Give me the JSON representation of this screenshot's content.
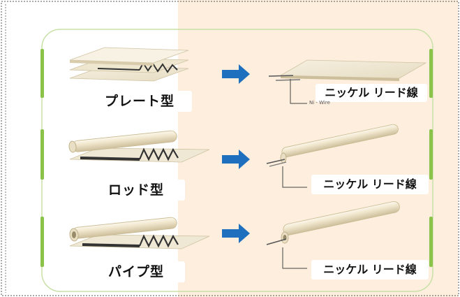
{
  "colors": {
    "arrow": "#1f6fbf",
    "right_panel_bg": "#fdeedd",
    "frame_green": "#9fcf6a",
    "bracket_green": "#8bc34a",
    "substrate": "#efe7d2",
    "pattern": "#333333"
  },
  "rows": [
    {
      "type_label": "プレート型",
      "lead_label": "ニッケル リード線",
      "wire_note": "Ni - Wire"
    },
    {
      "type_label": "ロッド型",
      "lead_label": "ニッケル リード線"
    },
    {
      "type_label": "パイプ型",
      "lead_label": "ニッケル リード線"
    }
  ]
}
